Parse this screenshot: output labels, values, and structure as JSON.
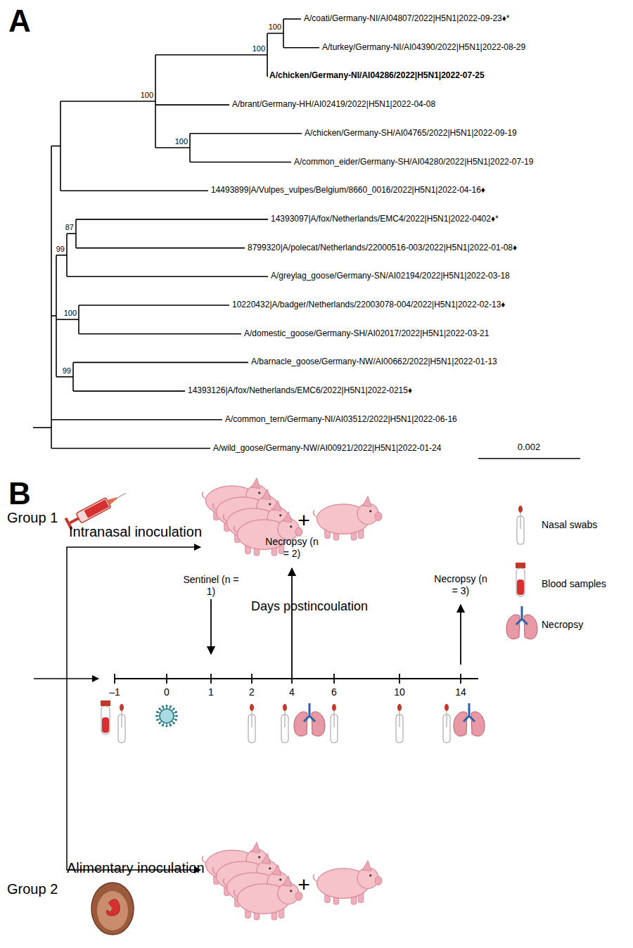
{
  "diagram": {
    "labels": [
      "A",
      "A/coati/Germany-NI/AI04807/2022|H5N1|2022-09-23♦*",
      "A/turkey/Germany-NI/AI04390/2022|H5N1|2022-08-29",
      "A/chicken/Germany-NI/AI04286/2022|H5N1|2022-07-25",
      "A/brant/Germany-HH/AI02419/2022|H5N1|2022-04-08",
      "A/chicken/Germany-SH/AI04765/2022|H5N1|2022-09-19",
      "A/common_eider/Germany-SH/AI04280/2022|H5N1|2022-07-19",
      "14493899|A/Vulpes_vulpes/Belgium/8660_0016/2022|H5N1|2022-04-16♦",
      "14393097|A/fox/Netherlands/EMC4/2022|H5N1|2022-0402♦*",
      "8799320|A/polecat/Netherlands/22000516-003/2022|H5N1|2022-01-08♦",
      "A/greylag_goose/Germany-SN/AI02194/2022|H5N1|2022-03-18",
      "10220432|A/badger/Netherlands/22003078-004/2022|H5N1|2022-02-13♦",
      "A/domestic_goose/Germany-SH/AI02017/2022|H5N1|2022-03-21",
      "A/barnacle_goose/Germany-NW/AI00662/2022|H5N1|2022-01-13",
      "14393126|A/fox/Netherlands/EMC6/2022|H5N1|2022-0215♦",
      "A/common_tern/Germany-NI/AI03512/2022|H5N1|2022-06-16",
      "A/wild_goose/Germany-NW/AI00921/2022|H5N1|2022-01-24",
      "100",
      "100",
      "100",
      "100",
      "87",
      "99",
      "100",
      "99",
      "0.002",
      "B",
      "Group 1",
      "Intranasal inoculation",
      "+",
      "Days postincoulation",
      "Sentinel (n = 1)",
      "Necropsy (n = 2)",
      "Necropsy (n = 3)",
      "–1",
      "0",
      "1",
      "2",
      "4",
      "6",
      "10",
      "14",
      "Alimentary inoculation",
      "+",
      "Group 2"
    ],
    "legend": [
      {
        "text": "Nasal swabs"
      },
      {
        "text": "Blood samples"
      },
      {
        "text": "Necropsy"
      }
    ]
  }
}
